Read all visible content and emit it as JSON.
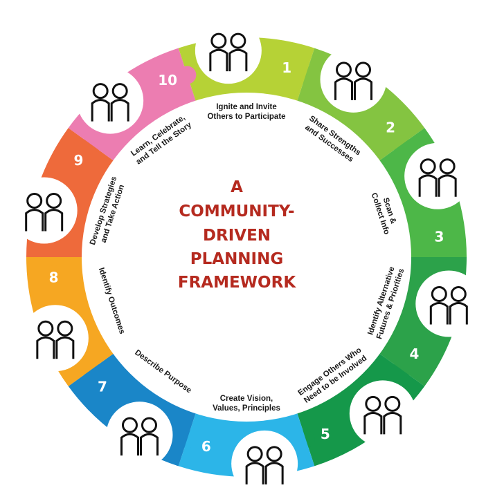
{
  "title_lines": [
    "A",
    "COMMUNITY-",
    "DRIVEN",
    "PLANNING",
    "FRAMEWORK"
  ],
  "steps": [
    {
      "number": "1",
      "lines": [
        "Ignite and Invite",
        "Others to Participate"
      ],
      "color": "#b6d236",
      "icon": "people-torch-icon"
    },
    {
      "number": "2",
      "lines": [
        "Share Strengths",
        "and Successes"
      ],
      "color": "#84c441",
      "icon": "people-lifting-weights-icon"
    },
    {
      "number": "3",
      "lines": [
        "Scan &",
        "Collect Info"
      ],
      "color": "#4db748",
      "icon": "magnifying-glass-community-icon"
    },
    {
      "number": "4",
      "lines": [
        "Identify Alternative",
        "Futures & Priorities"
      ],
      "color": "#2ca24a",
      "icon": "people-presentation-board-icon"
    },
    {
      "number": "5",
      "lines": [
        "Engage Others Who",
        "Need to be Involved"
      ],
      "color": "#15984a",
      "icon": "people-calling-out-icon"
    },
    {
      "number": "6",
      "lines": [
        "Create Vision,",
        "Values, Principles"
      ],
      "color": "#2cb5e8",
      "icon": "person-thought-checkmark-icon"
    },
    {
      "number": "7",
      "lines": [
        "Describe Purpose",
        ""
      ],
      "color": "#1a86c8",
      "icon": "people-connecting-cable-icon"
    },
    {
      "number": "8",
      "lines": [
        "Identify Outcomes",
        ""
      ],
      "color": "#f6a722",
      "icon": "people-question-mark-icon"
    },
    {
      "number": "9",
      "lines": [
        "Develop Strategies",
        "and Take Action"
      ],
      "color": "#ee6a3b",
      "icon": "people-carrying-arrow-icon"
    },
    {
      "number": "10",
      "lines": [
        "Learn, Celebrate,",
        "and Tell the Story"
      ],
      "color": "#ec7db1",
      "icon": "people-celebrating-book-icon"
    }
  ]
}
